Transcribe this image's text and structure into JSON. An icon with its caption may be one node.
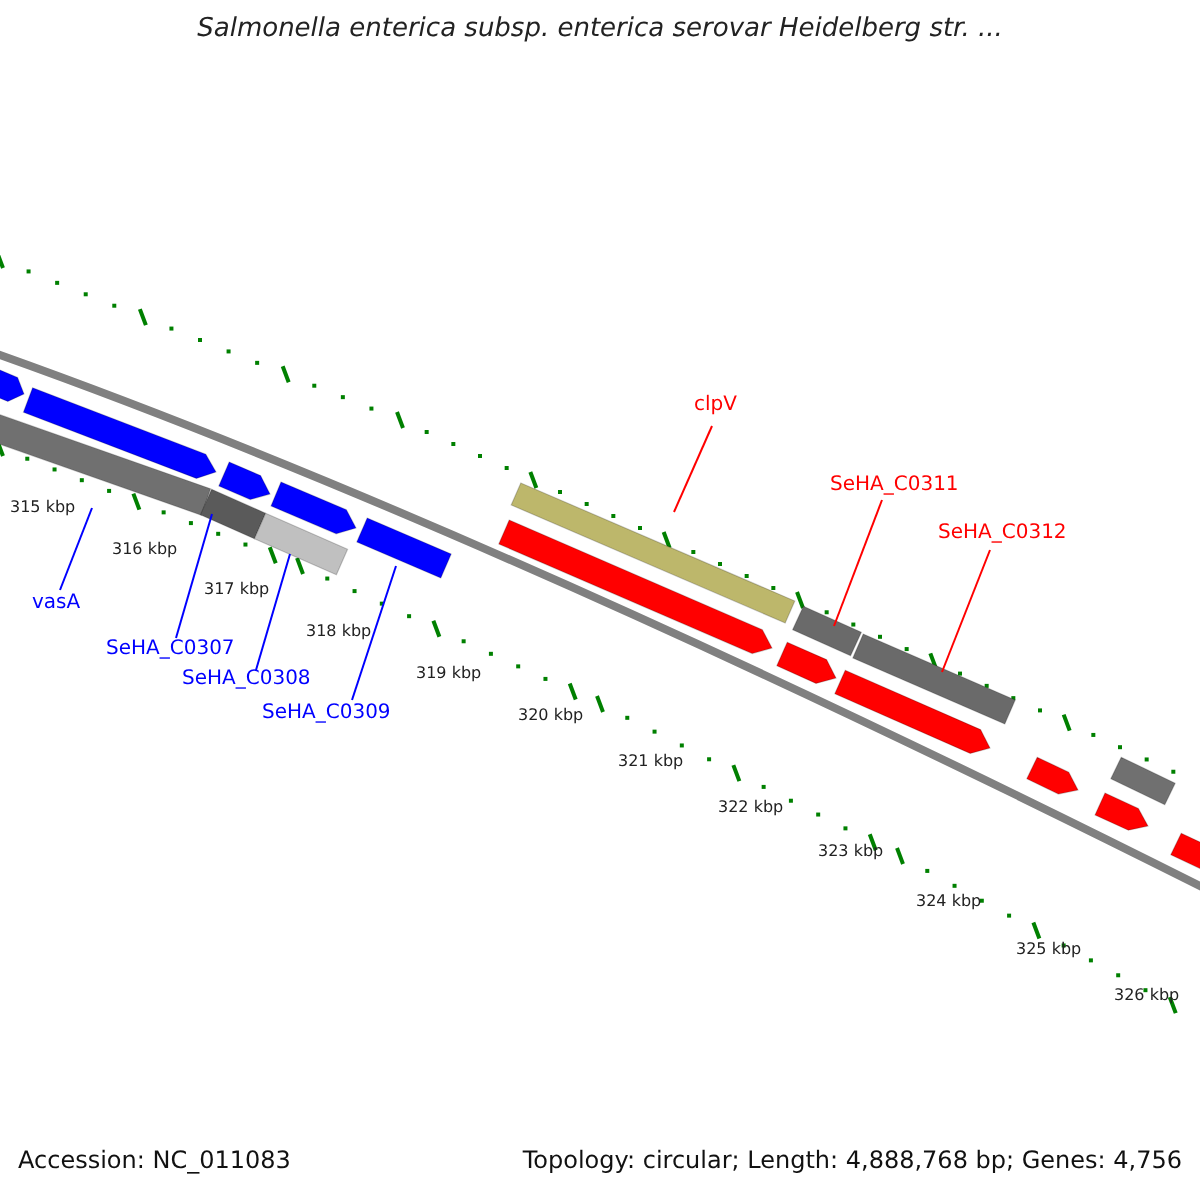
{
  "diagram": {
    "title": "Salmonella enterica subsp. enterica serovar Heidelberg str. ...",
    "nodes": [
      {
        "text": [
          "vasA"
        ]
      },
      {
        "text": [],
        "shape": "bar"
      },
      {
        "text": [
          "SeHA_C0307"
        ]
      },
      {
        "text": [],
        "shape": "bar"
      },
      {
        "text": [
          "SeHA_C0308"
        ]
      },
      {
        "text": [],
        "shape": "bar"
      },
      {
        "text": [
          "SeHA_C0309"
        ]
      },
      {
        "text": [
          "clpV"
        ]
      },
      {
        "text": [],
        "shape": "bar"
      },
      {
        "text": [
          "SeHA_C0311"
        ]
      },
      {
        "text": [],
        "shape": "bar"
      },
      {
        "text": [
          "SeHA_C0312"
        ]
      },
      {
        "text": [],
        "shape": "bar"
      },
      {
        "text": [],
        "shape": "bar"
      },
      {
        "text": [],
        "shape": "bar"
      },
      {
        "text": [],
        "shape": "bar"
      },
      {
        "text": [],
        "shape": "bar"
      },
      {
        "text": [],
        "shape": "bar"
      },
      {
        "text": [],
        "shape": "bar"
      },
      {
        "text": [],
        "shape": "bar"
      },
      {
        "text": [],
        "shape": "bar"
      },
      {
        "text": [],
        "shape": "bar"
      },
      {
        "text": [],
        "shape": "bar"
      },
      {
        "text": [],
        "shape": "bar"
      },
      {
        "text": [],
        "shape": "bar"
      }
    ],
    "edges": [
      {
        "from": 0,
        "to": 1,
        "arrow": "none",
        "color": "#0000ff"
      },
      {
        "from": 2,
        "to": 3,
        "arrow": "none",
        "color": "#0000ff"
      },
      {
        "from": 4,
        "to": 5,
        "arrow": "none",
        "color": "#0000ff"
      },
      {
        "from": 6,
        "to": 13,
        "arrow": "none",
        "color": "#0000ff"
      },
      {
        "from": 7,
        "to": 8,
        "arrow": "none",
        "color": "#ff0000"
      },
      {
        "from": 9,
        "to": 10,
        "arrow": "none",
        "color": "#ff0000"
      },
      {
        "from": 11,
        "to": 12,
        "arrow": "none",
        "color": "#ff0000"
      }
    ],
    "labels": [
      "315 kbp",
      "316 kbp",
      "317 kbp",
      "318 kbp",
      "319 kbp",
      "320 kbp",
      "321 kbp",
      "322 kbp",
      "323 kbp",
      "324 kbp",
      "325 kbp",
      "326 kbp",
      "Accession: NC_011083",
      "Topology: circular; Length: 4,888,768 bp; Genes: 4,756"
    ]
  }
}
